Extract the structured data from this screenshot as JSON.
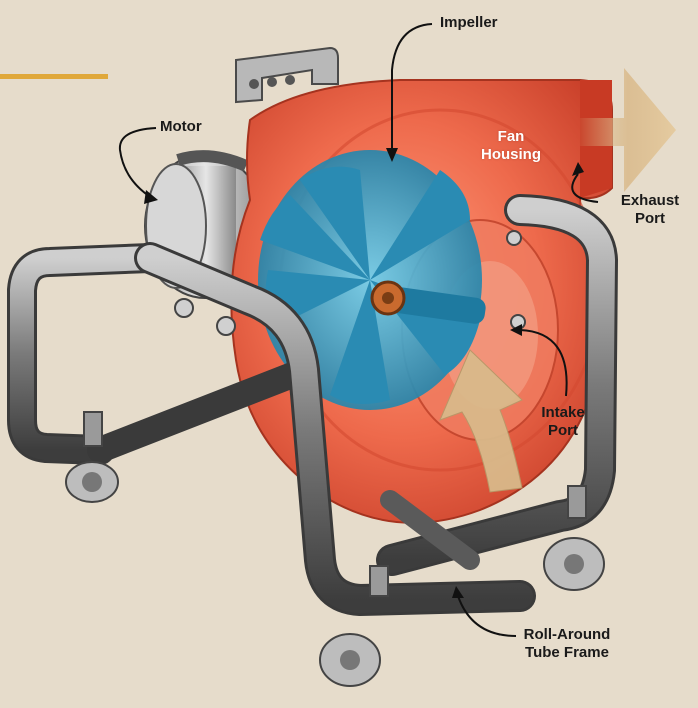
{
  "labels": {
    "impeller": "Impeller",
    "motor": "Motor",
    "fan_housing": [
      "Fan",
      "Housing"
    ],
    "exhaust_port": [
      "Exhaust",
      "Port"
    ],
    "intake_port": [
      "Intake",
      "Port"
    ],
    "frame": [
      "Roll-Around",
      "Tube Frame"
    ]
  },
  "colors": {
    "background": "#e6dccb",
    "accent_rule": "#e0a83a",
    "housing": "#e4553a",
    "impeller": "#2e9cc0",
    "frame": "#8c8c8c",
    "airflow": "#d9b98a"
  }
}
